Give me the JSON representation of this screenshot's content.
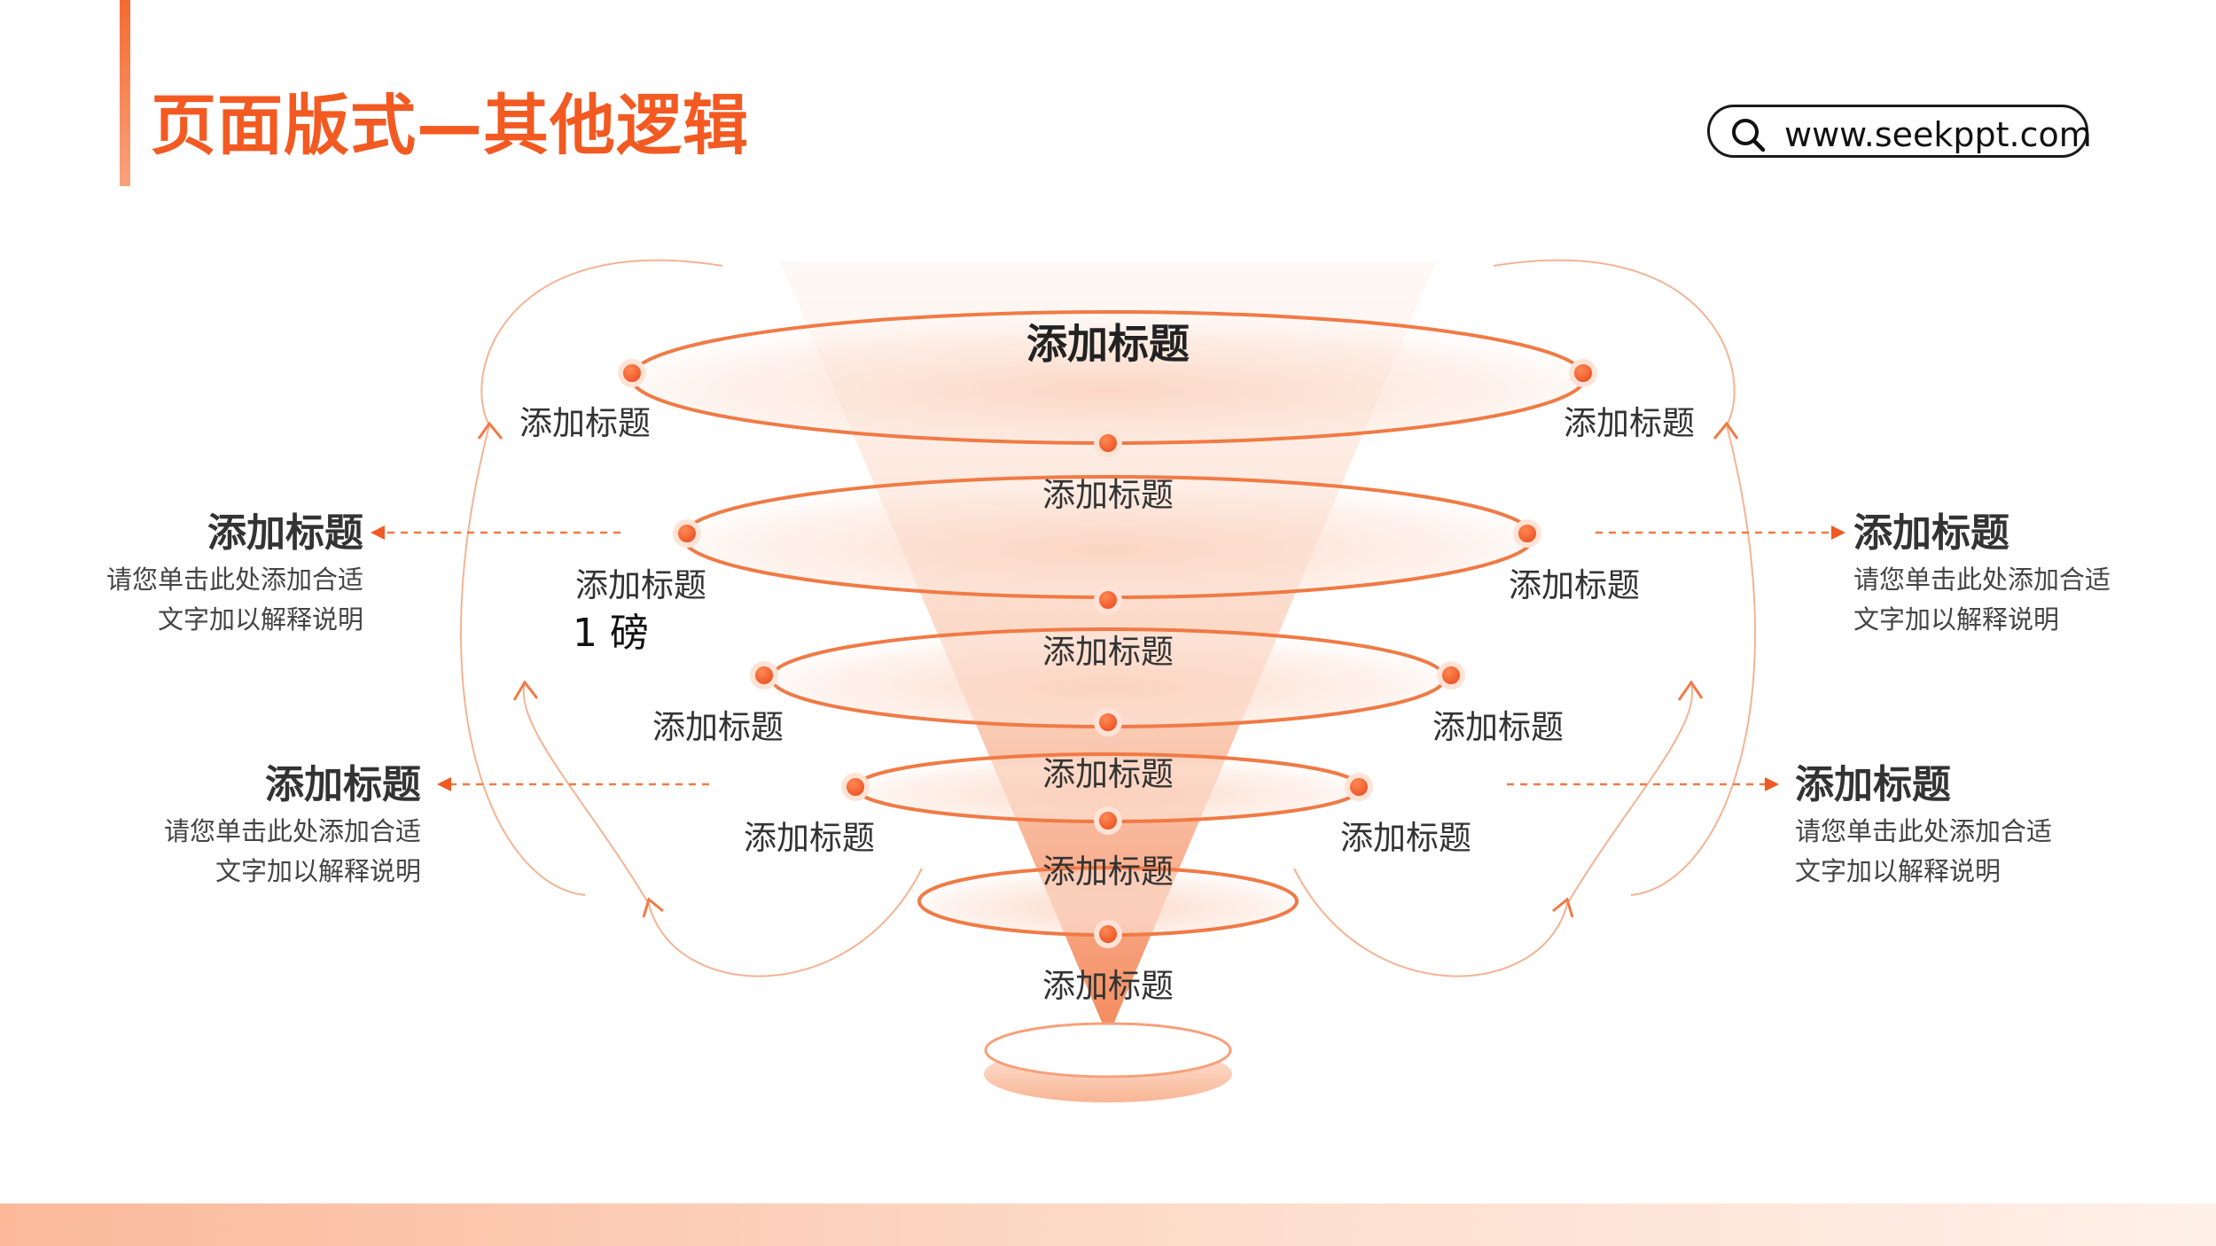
{
  "header": {
    "title": "页面版式—其他逻辑",
    "search_url": "www.seekppt.com"
  },
  "funnel": {
    "top_title": "添加标题",
    "layers": [
      {
        "left_label": "添加标题",
        "right_label": "添加标题",
        "center_label": "添加标题"
      },
      {
        "left_label": "添加标题",
        "right_label": "添加标题",
        "center_label": "添加标题"
      },
      {
        "left_label": "添加标题",
        "right_label": "添加标题",
        "center_label": "添加标题"
      },
      {
        "left_label": "添加标题",
        "right_label": "添加标题",
        "center_label": "添加标题"
      },
      {
        "center_label": "添加标题"
      }
    ]
  },
  "side_blocks": {
    "left_upper": {
      "title": "添加标题",
      "desc1": "请您单击此处添加合适",
      "desc2": "文字加以解释说明"
    },
    "left_lower": {
      "title": "添加标题",
      "desc1": "请您单击此处添加合适",
      "desc2": "文字加以解释说明"
    },
    "right_upper": {
      "title": "添加标题",
      "desc1": "请您单击此处添加合适",
      "desc2": "文字加以解释说明"
    },
    "right_lower": {
      "title": "添加标题",
      "desc1": "请您单击此处添加合适",
      "desc2": "文字加以解释说明"
    }
  },
  "stray_text": "1 磅",
  "colors": {
    "accent": "#f25a22",
    "dot": "#f0521c",
    "ring": "#f07a45",
    "line": "#f4b394"
  },
  "icons": [
    "search-icon"
  ]
}
